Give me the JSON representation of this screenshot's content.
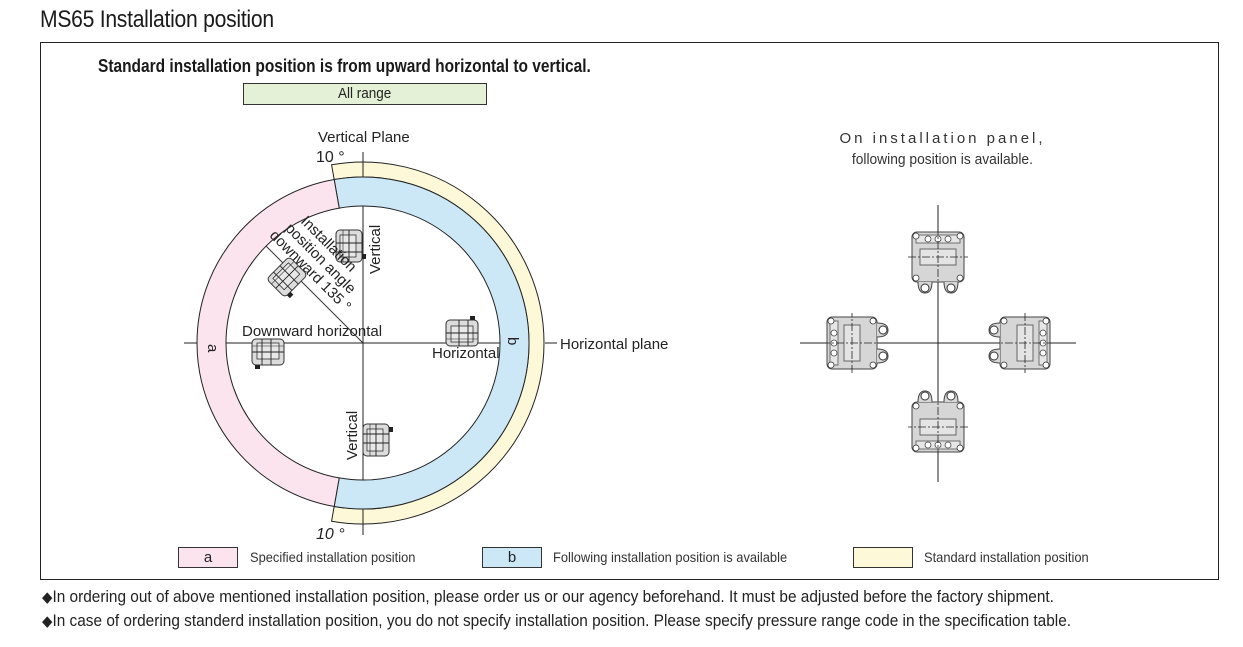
{
  "page": {
    "title": "MS65 Installation position"
  },
  "diagram": {
    "subtitle": "Standard installation position is from upward horizontal to vertical.",
    "range_badge": "All range",
    "labels": {
      "vertical_plane": "Vertical Plane",
      "horizontal_plane": "Horizontal plane",
      "angle_top": "10 °",
      "angle_bottom": "10 °",
      "angle_note_line1": "Installation",
      "angle_note_line2": "position angle",
      "angle_note_line3": "downward 135 °",
      "downward_horizontal": "Downward horizontal",
      "horizontal": "Horizontal",
      "vertical_top": "Vertical",
      "vertical_bottom": "Vertical",
      "band_a": "a",
      "band_b": "b"
    },
    "ranges": {
      "split_offset_from_vertical_deg": 10,
      "max_downward_angle_deg": 135
    },
    "colors": {
      "specified": "#fbe4ee",
      "available": "#cce8f7",
      "standard": "#fdf8d8",
      "all_range": "#e4f1d6",
      "device_fill": "#dcdcdc"
    }
  },
  "panel": {
    "note_line1": "On installation panel,",
    "note_line2": "following position is available.",
    "orientations": [
      "top",
      "left",
      "right",
      "bottom"
    ]
  },
  "legend": [
    {
      "key": "a",
      "label": "Specified installation position",
      "color": "#fbe4ee"
    },
    {
      "key": "b",
      "label": "Following installation position is available",
      "color": "#cce8f7"
    },
    {
      "key": "",
      "label": "Standard installation position",
      "color": "#fdf8d8"
    }
  ],
  "notes": [
    {
      "bullet": "◆",
      "text": "In ordering out of above mentioned installation position, please order us or our agency beforehand. It must be adjusted before the factory shipment."
    },
    {
      "bullet": "◆",
      "text": "In case of ordering standerd installation position, you do not specify installation position. Please specify pressure range code in the specification table."
    }
  ]
}
